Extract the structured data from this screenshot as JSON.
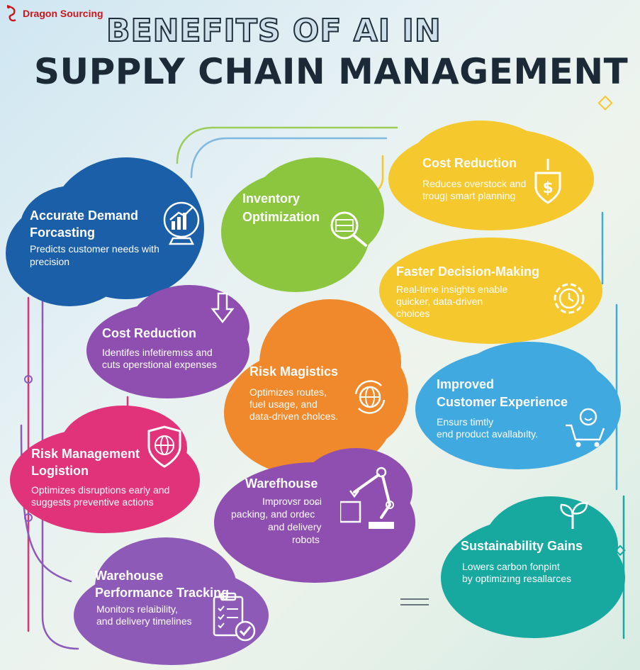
{
  "brand": {
    "name": "Dragon Sourcing",
    "color": "#c9171e"
  },
  "title": {
    "line1": "BENEFITS OF AI IN",
    "line2": "SUPPLY CHAIN MANAGEMENT"
  },
  "cards": [
    {
      "title": "Accurate Demand",
      "title2": "Forcasting",
      "desc": "Predicts customer needs with",
      "desc2": "precision",
      "color": "#1b5fa8",
      "icon": "crystal-ball-chart-icon"
    },
    {
      "title": "Inventory",
      "title2": "Optimization",
      "desc": "",
      "desc2": "",
      "color": "#8cc63f",
      "icon": "magnifier-shelf-icon"
    },
    {
      "title": "Cost Reduction",
      "title2": "",
      "desc": "Reduces overstock and",
      "desc2": "trougן smart planning",
      "color": "#f5c82e",
      "icon": "dollar-shield-icon"
    },
    {
      "title": "Faster Decision-Making",
      "title2": "",
      "desc": "Real-time insights enable",
      "desc2": "quicker, data-driven",
      "desc3": "choices",
      "color": "#f5c82e",
      "icon": "gear-clock-icon"
    },
    {
      "title": "Cost Reduction",
      "title2": "",
      "desc": "Identifes infetiremıss and",
      "desc2": "cuts operstional expenses",
      "color": "#8e4fb0",
      "icon": "down-arrow-icon"
    },
    {
      "title": "Risk Magistics",
      "title2": "",
      "desc": "Optimizes routes,",
      "desc2": "fuel usage, and",
      "desc3": "data-driven cholces.",
      "color": "#f0892b",
      "icon": "globe-refresh-icon"
    },
    {
      "title": "Improved",
      "title2": "Customer Experience",
      "desc": "Ensurs timtly",
      "desc2": "end product avallabılty.",
      "color": "#3fa9e0",
      "icon": "smiley-cart-icon"
    },
    {
      "title": "Risk Management",
      "title2": "Logistion",
      "desc": "Optimizes disruptions early and",
      "desc2": "suggests preventive actions",
      "color": "#e0337a",
      "icon": "globe-shield-icon"
    },
    {
      "title": "Warefhouse",
      "title2": "",
      "desc": "Improvsr ɒoɕi",
      "desc2": "packing, and ordec",
      "desc3": "and delivery",
      "desc4": "robots",
      "color": "#8e4fb0",
      "icon": "robot-arm-icon"
    },
    {
      "title": "Sustainability Gains",
      "title2": "",
      "desc": "Lowers carbon fonpint",
      "desc2": "by optimizıng resallarces",
      "color": "#17a99f",
      "icon": "sprout-icon"
    },
    {
      "title": "Warehouse",
      "title2": "Performance Tracking",
      "desc": "Monitors relaibility,",
      "desc2": "and delivery timelines",
      "color": "#8e5ab8",
      "icon": "checklist-icon"
    }
  ]
}
